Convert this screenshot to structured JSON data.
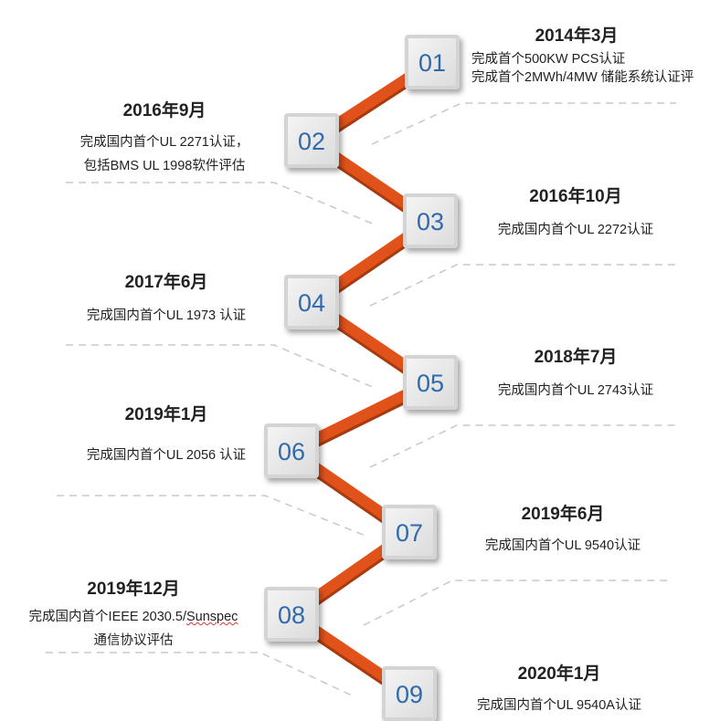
{
  "colors": {
    "connector": "#e0521a",
    "number": "#2e6aad",
    "dash": "#c8c8c8"
  },
  "milestones": [
    {
      "num": "01",
      "title": "2014年3月",
      "lines": [
        "完成首个500KW PCS认证",
        "完成首个2MWh/4MW 储能系统认证评"
      ]
    },
    {
      "num": "02",
      "title": "2016年9月",
      "lines": [
        "完成国内首个UL 2271认证，",
        "包括BMS UL 1998软件评估"
      ]
    },
    {
      "num": "03",
      "title": "2016年10月",
      "lines": [
        "完成国内首个UL 2272认证"
      ]
    },
    {
      "num": "04",
      "title": "2017年6月",
      "lines": [
        "完成国内首个UL 1973 认证"
      ]
    },
    {
      "num": "05",
      "title": "2018年7月",
      "lines": [
        "完成国内首个UL 2743认证"
      ]
    },
    {
      "num": "06",
      "title": "2019年1月",
      "lines": [
        "完成国内首个UL 2056 认证"
      ]
    },
    {
      "num": "07",
      "title": "2019年6月",
      "lines": [
        "完成国内首个UL 9540认证"
      ]
    },
    {
      "num": "08",
      "title": "2019年12月",
      "lines": [
        "完成国内首个IEEE 2030.5/",
        "Sunspec",
        "通信协议评估"
      ]
    },
    {
      "num": "09",
      "title": "2020年1月",
      "lines": [
        "完成国内首个UL 9540A认证"
      ]
    }
  ]
}
